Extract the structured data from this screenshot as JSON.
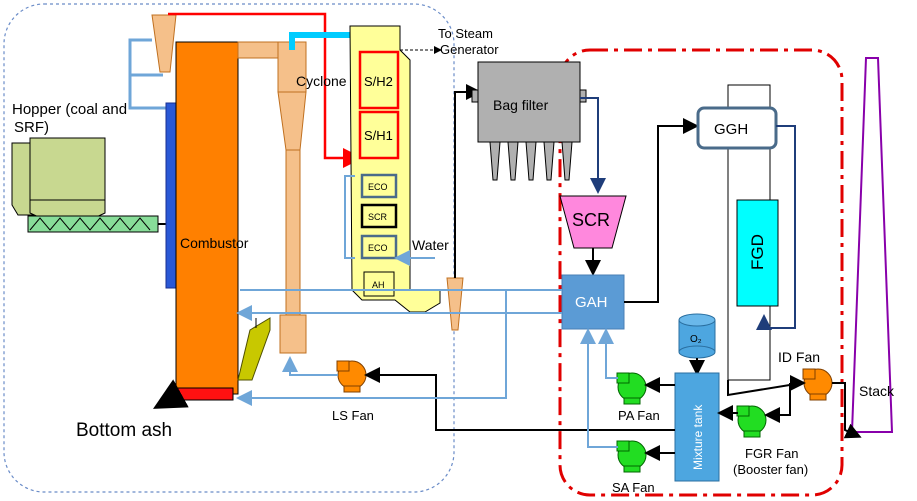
{
  "labels": {
    "to_steam_1": "To Steam",
    "to_steam_2": "Generator",
    "hopper_1": "Hopper (coal and",
    "hopper_2": "SRF)",
    "cyclone": "Cyclone",
    "sh2": "S/H2",
    "sh1": "S/H1",
    "eco1": "ECO",
    "scr_small": "SCR",
    "eco2": "ECO",
    "ah": "AH",
    "water": "Water",
    "combustor": "Combustor",
    "bag_filter": "Bag filter",
    "ggh": "GGH",
    "scr_big": "SCR",
    "fgd": "FGD",
    "gah": "GAH",
    "o2": "O₂",
    "mixture_tank": "Mixture tank",
    "id_fan": "ID Fan",
    "stack": "Stack",
    "pa_fan": "PA Fan",
    "ls_fan": "LS Fan",
    "fgr_fan_1": "FGR Fan",
    "fgr_fan_2": "(Booster fan)",
    "sa_fan": "SA Fan",
    "bottom_ash": "Bottom ash"
  },
  "colors": {
    "combustor": "#ff8000",
    "cyclone": "#f5c08a",
    "boiler": "#ffff99",
    "hopper": "#c8d890",
    "screw": "#88dd99",
    "fan": "#22dd22",
    "fan_orange": "#ff8a00",
    "gah": "#5b9bd5",
    "fgd": "#00ffff",
    "mixture_tank": "#4da6e0",
    "o2": "#4da6e0",
    "scr_big": "#ff88dd",
    "bag_filter": "#b0b0b0",
    "stack": "#8800aa",
    "red_line": "#ff0000",
    "blue_line": "#6fa6d8",
    "dark_blue_line": "#1f3d7a",
    "cyan_pipe": "#00ccff",
    "boundary": "#e00000",
    "dashed_blue": "#6a8cc8"
  }
}
